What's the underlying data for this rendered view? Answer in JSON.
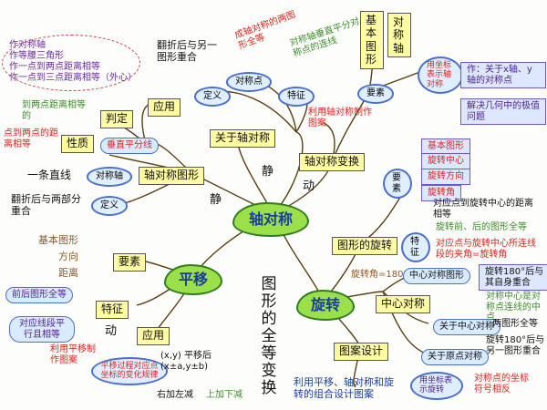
{
  "center": "轴对称",
  "branches": {
    "axis_sym_figure": {
      "label": "轴对称图形",
      "axis_label": "对称轴",
      "line_note": "一条直线",
      "defn_label": "定义",
      "defn_note": "翻折后与两部分重合",
      "perp_bisector": "垂直平分线",
      "property_label": "性质",
      "property_note": "点到两点的距离相等",
      "criterion_label": "判定",
      "criterion_note": "到两点距离相等的",
      "apply_label": "应用",
      "apply_notes": [
        "作对称轴",
        "作等腰三角形",
        "作一点到两点距离相等",
        "作一点到三点距离相等（外心）"
      ]
    },
    "about_axis": {
      "label": "关于轴对称",
      "defn_label": "定义",
      "defn_note": "翻折后与另一图形重合",
      "point_label": "对称点",
      "feature_label": "特征",
      "feature_notes": [
        "成轴对称的两图形全等",
        "对称轴垂直平分对称点的连线"
      ]
    },
    "axis_transform": {
      "label": "轴对称变换",
      "pattern_note": "利用轴对称制作图案",
      "elements_label": "要素",
      "elements": [
        "基本图形",
        "对称轴"
      ],
      "coord_note": "用坐标表示轴对称",
      "coord_box1": "作：关于x轴、y轴的对称点",
      "coord_box2": "解决几何中的极值问题"
    },
    "static": "静",
    "static2": "静",
    "dynamic": "动",
    "dynamic2": "动"
  },
  "translation": {
    "label": "平移",
    "elements_label": "要素",
    "elements": [
      "基本图形",
      "方向",
      "距离"
    ],
    "feature_label": "特征",
    "feature_notes": [
      "前后图形全等",
      "对应线段平行且相等"
    ],
    "apply_label": "应用",
    "apply_note": "利用平移制作图案",
    "process_note": "平移过程对应点坐标的变化规律",
    "coord_rule": "(x,y) 平移后 (x±a,y±b)",
    "lr": "右加左减",
    "ud": "上加下减"
  },
  "rotation": {
    "label": "旋转",
    "elements_label": "要素",
    "elements": [
      "基本图形",
      "旋转中心",
      "旋转方向",
      "旋转角"
    ],
    "figure_label": "图形的旋转",
    "feature_label": "特征",
    "feature_notes": [
      "对应点到旋转中心的距离相等",
      "旋转前、后的图形全等",
      "对应点与旋转中心所连线段的夹角=旋转角"
    ],
    "angle_note": "旋转角=180°",
    "central_label": "中心对称",
    "central_sym_figure": "中心对称图形",
    "central_box": "旋转180°后与其自身重合",
    "about_central": "关于中心对称",
    "about_central_note1": "对称中心是对称点连线的中点",
    "about_central_note2": "两图形全等",
    "rot180": "旋转180°后与另一图形重合",
    "origin_label": "关于原点对称",
    "origin_note": "对称点的坐标符号相反",
    "coord_note": "用坐标表示旋转",
    "design_label": "图案设计",
    "design_note": "利用平移、轴对称和旋转的组合设计图案"
  },
  "vertical_title": "图形的全等变换"
}
